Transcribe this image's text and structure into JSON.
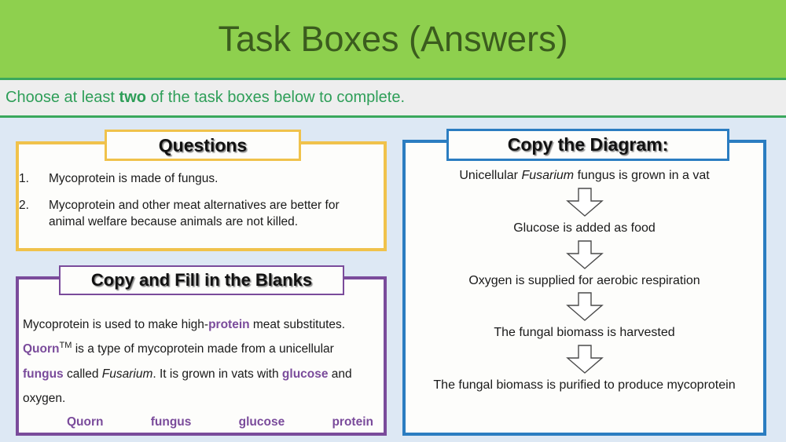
{
  "header": {
    "title": "Task Boxes (Answers)",
    "band_color": "#8ed04e",
    "title_color": "#3b5c1e"
  },
  "subtitle": {
    "prefix": "Choose at least ",
    "emphasis": "two",
    "suffix": " of the task boxes below to complete.",
    "color": "#2e9e58",
    "band_color": "#eeeeee"
  },
  "boxes": {
    "questions": {
      "title": "Questions",
      "accent_color": "#f0c24b",
      "items": [
        {
          "number": "1.",
          "text": "Mycoprotein is made of fungus."
        },
        {
          "number": "2.",
          "text": "Mycoprotein and other meat alternatives are better for animal welfare because animals are not killed."
        }
      ]
    },
    "blanks": {
      "title": "Copy and Fill in the Blanks",
      "accent_color": "#7a4b9b",
      "paragraph": {
        "p1": "Mycoprotein is used to make high-",
        "k1": "protein",
        "p2": " meat substitutes. ",
        "k2": "Quorn",
        "tm": "TM",
        "p3": " is a type of mycoprotein made from a unicellular ",
        "k3": "fungus",
        "p4": " called ",
        "italic1": "Fusarium",
        "p5": ". It is grown in vats with ",
        "k4": "glucose",
        "p6": " and oxygen."
      },
      "word_bank": [
        "Quorn",
        "fungus",
        "glucose",
        "protein"
      ]
    },
    "diagram": {
      "title": "Copy the Diagram:",
      "accent_color": "#2b7dc1",
      "steps": [
        {
          "pre": "Unicellular ",
          "italic": "Fusarium",
          "post": " fungus is grown in a vat"
        },
        {
          "pre": "Glucose is added as food",
          "italic": "",
          "post": ""
        },
        {
          "pre": "Oxygen is supplied for aerobic respiration",
          "italic": "",
          "post": ""
        },
        {
          "pre": "The fungal biomass is harvested",
          "italic": "",
          "post": ""
        },
        {
          "pre": "The fungal biomass is purified to produce mycoprotein",
          "italic": "",
          "post": ""
        }
      ],
      "arrow_icon": "down-arrow-outline-icon",
      "arrow_count": 4
    }
  },
  "background_color": "#dde8f4"
}
